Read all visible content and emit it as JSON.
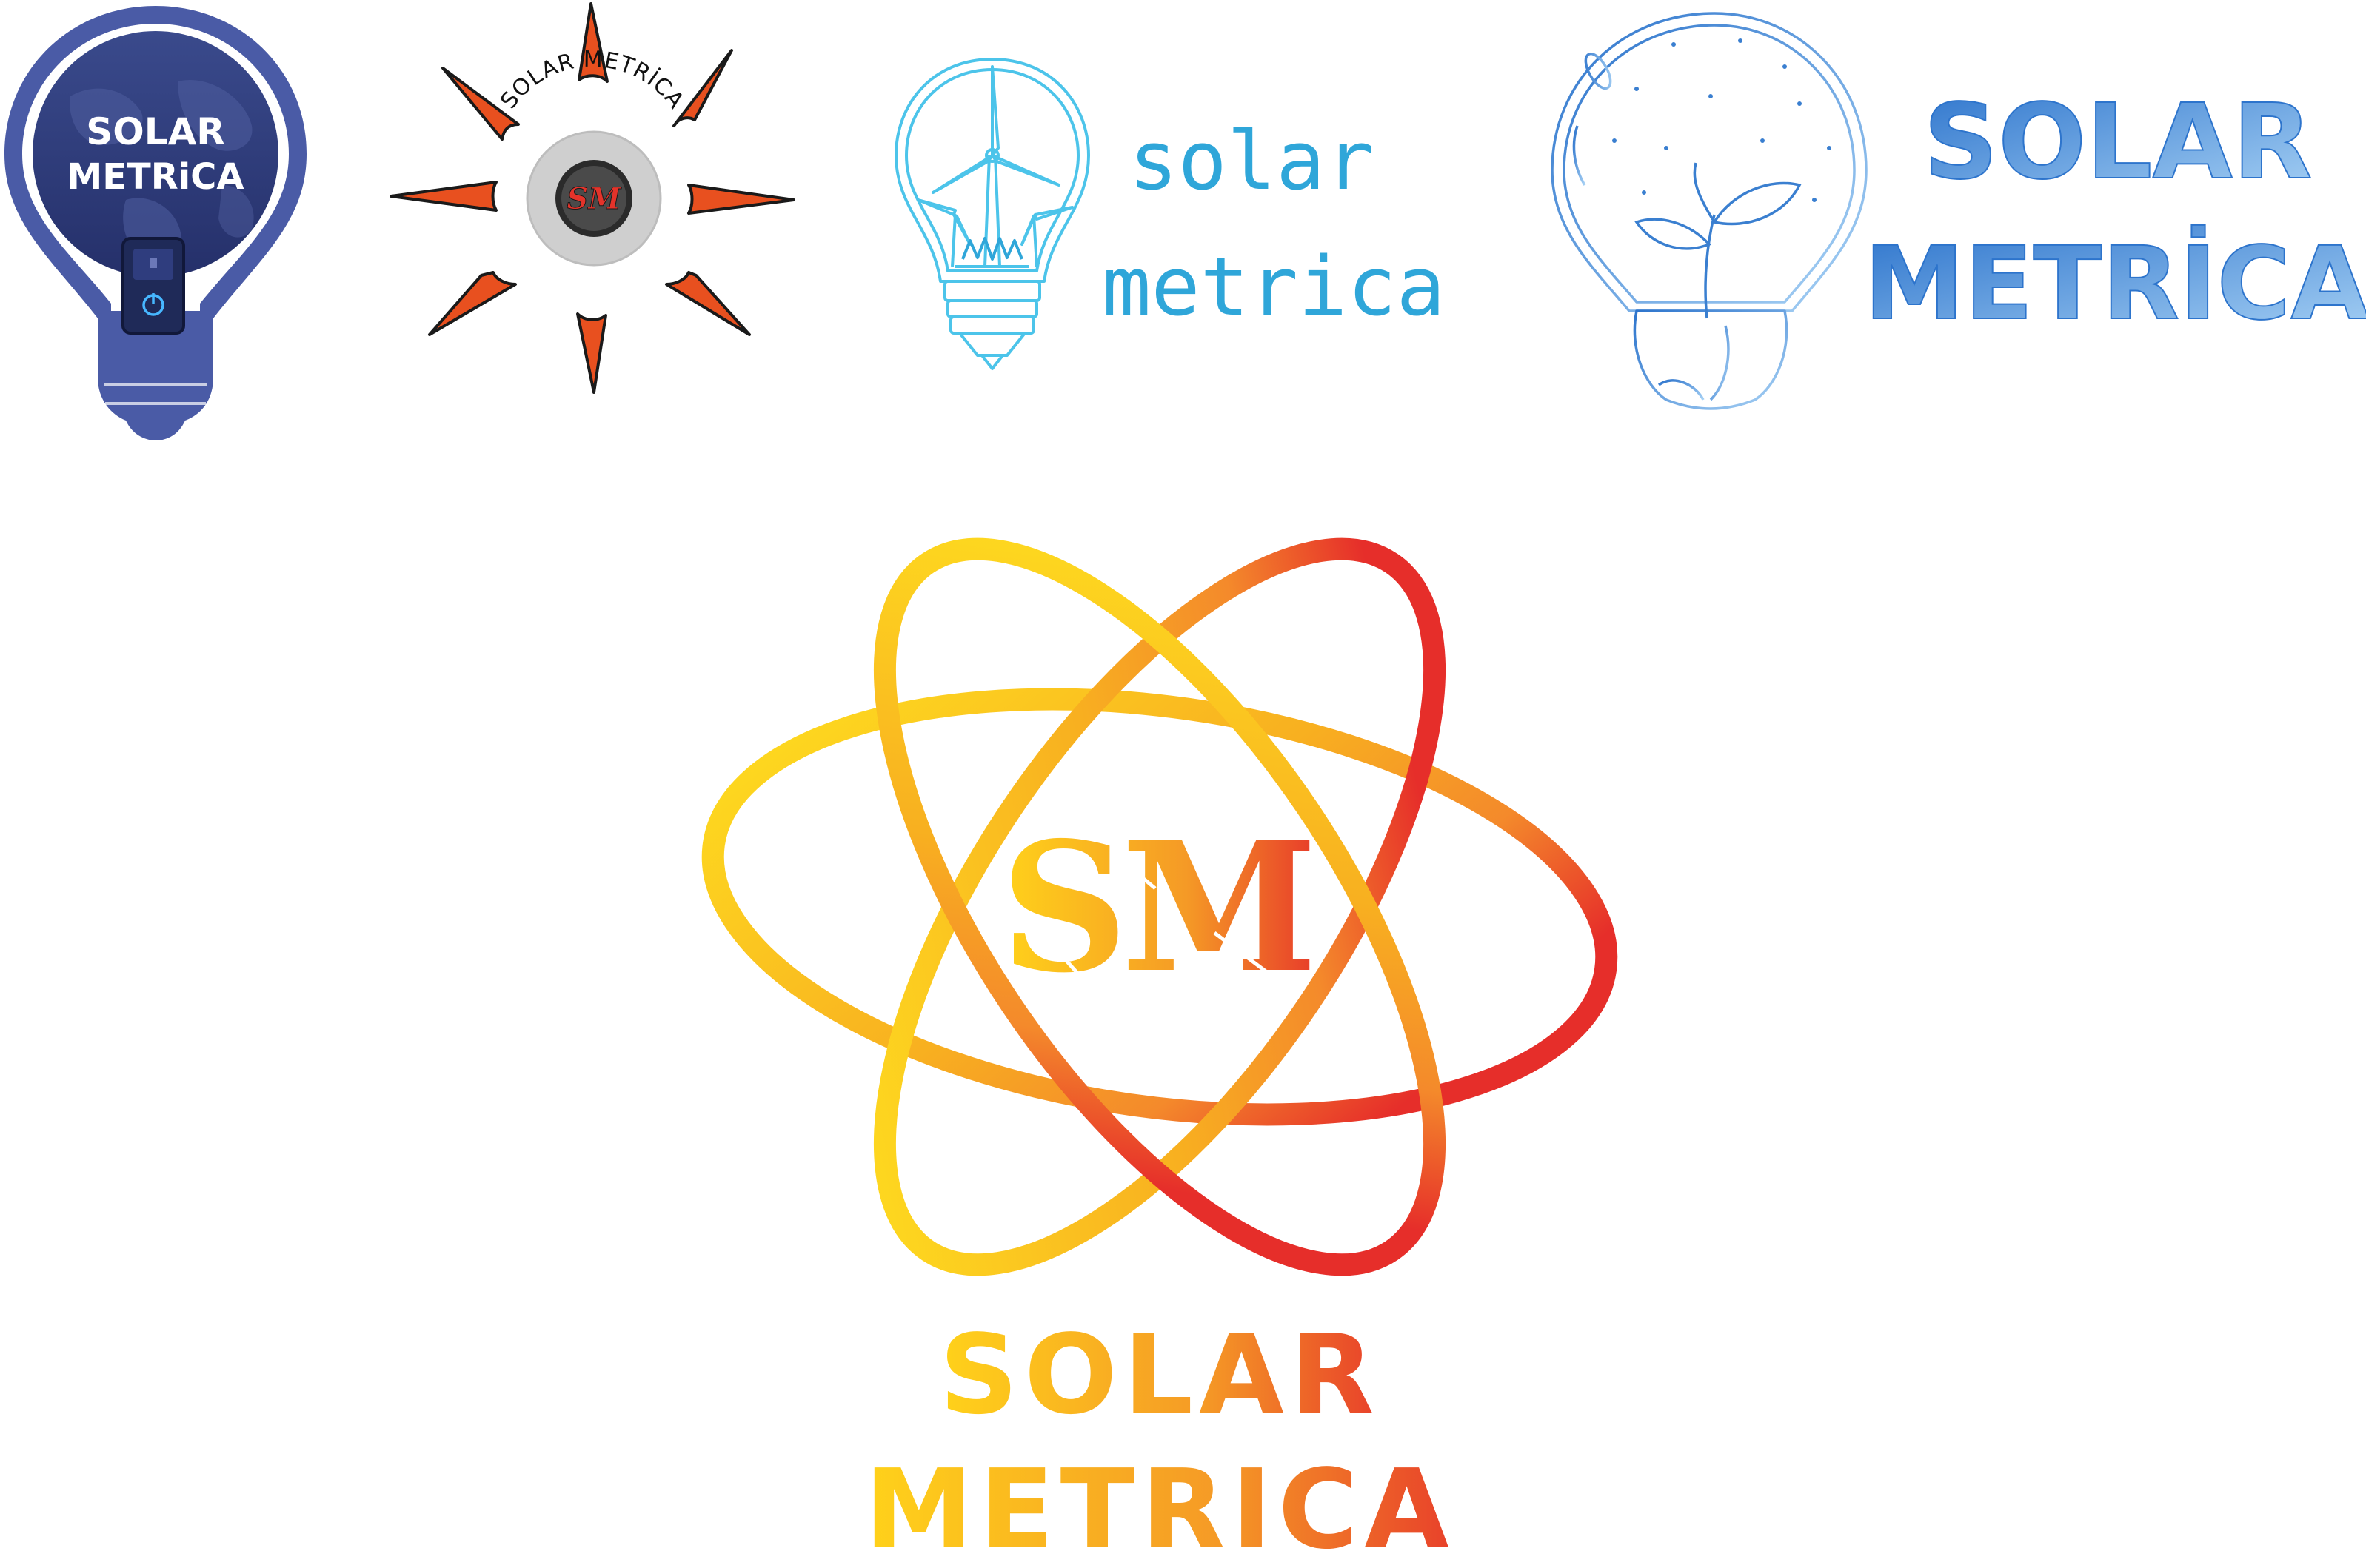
{
  "logos": {
    "bulb_blue": {
      "line1": "SOLAR",
      "line2": "METRiCA",
      "colors": {
        "frame": "#4a5ba6",
        "globe": "#2f3d7e",
        "text": "#ffffff"
      },
      "icons": [
        "bulb-icon",
        "globe-icon",
        "power-switch-icon"
      ]
    },
    "sun_orange": {
      "arc_text": "SOLAR METRİCA",
      "monogram": "SM",
      "colors": {
        "rays": "#e8501f",
        "disc": "#cfcfcf",
        "inner": "#2b2b2b"
      },
      "icons": [
        "sun-icon"
      ]
    },
    "turbine_bulb": {
      "line1": "solar",
      "line2": "metrica",
      "colors": {
        "stroke": "#4cc4ea",
        "text": "#2fa6d9"
      },
      "icons": [
        "bulb-outline-icon",
        "wind-turbine-icon"
      ]
    },
    "plant_bulb": {
      "line1": "SOLAR",
      "line2": "METRİCA",
      "colors": {
        "stroke": "#3a7fd0",
        "text": "#3d8ad8"
      },
      "icons": [
        "bulb-outline-icon",
        "sprout-icon"
      ]
    },
    "atom_main": {
      "monogram": "SM",
      "line1": "SOLAR",
      "line2": "METRICA",
      "colors": {
        "yellow": "#ffe21f",
        "orange": "#f49a2b",
        "red": "#e62e2a"
      },
      "icons": [
        "atom-icon"
      ]
    }
  }
}
